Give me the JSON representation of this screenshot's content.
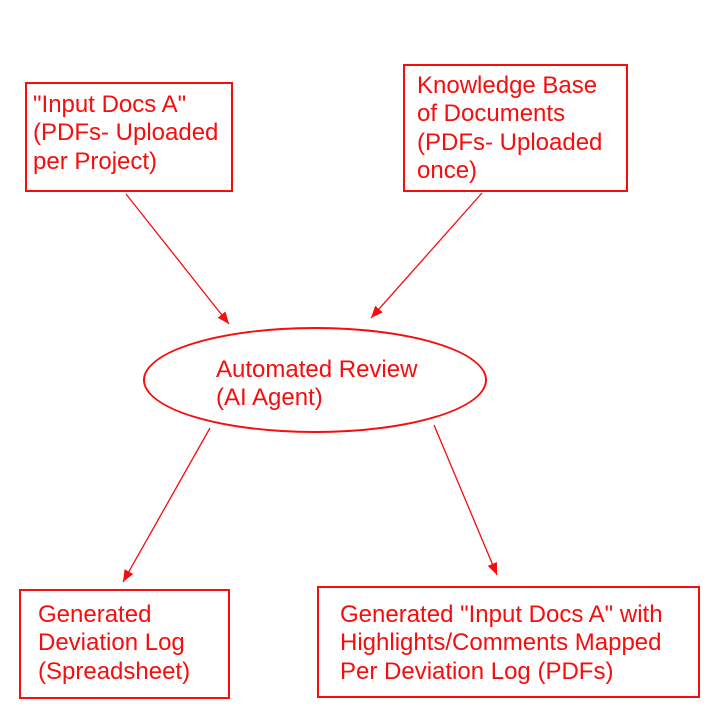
{
  "diagram": {
    "nodes": [
      {
        "id": "input-docs-a",
        "shape": "rectangle",
        "label": "\"Input Docs A\"\n(PDFs- Uploaded\nper Project)"
      },
      {
        "id": "knowledge-base",
        "shape": "rectangle",
        "label": "Knowledge Base\nof Documents\n(PDFs- Uploaded\nonce)"
      },
      {
        "id": "automated-review",
        "shape": "ellipse",
        "label": "Automated Review\n(AI Agent)"
      },
      {
        "id": "deviation-log",
        "shape": "rectangle",
        "label": "Generated\nDeviation Log\n(Spreadsheet)"
      },
      {
        "id": "generated-output",
        "shape": "rectangle",
        "label": "Generated \"Input Docs A\" with\nHighlights/Comments Mapped\nPer Deviation Log (PDFs)"
      }
    ],
    "edges": [
      {
        "from": "input-docs-a",
        "to": "automated-review"
      },
      {
        "from": "knowledge-base",
        "to": "automated-review"
      },
      {
        "from": "automated-review",
        "to": "deviation-log"
      },
      {
        "from": "automated-review",
        "to": "generated-output"
      }
    ],
    "colors": {
      "stroke": "#f60d0d",
      "background": "#ffffff"
    }
  }
}
